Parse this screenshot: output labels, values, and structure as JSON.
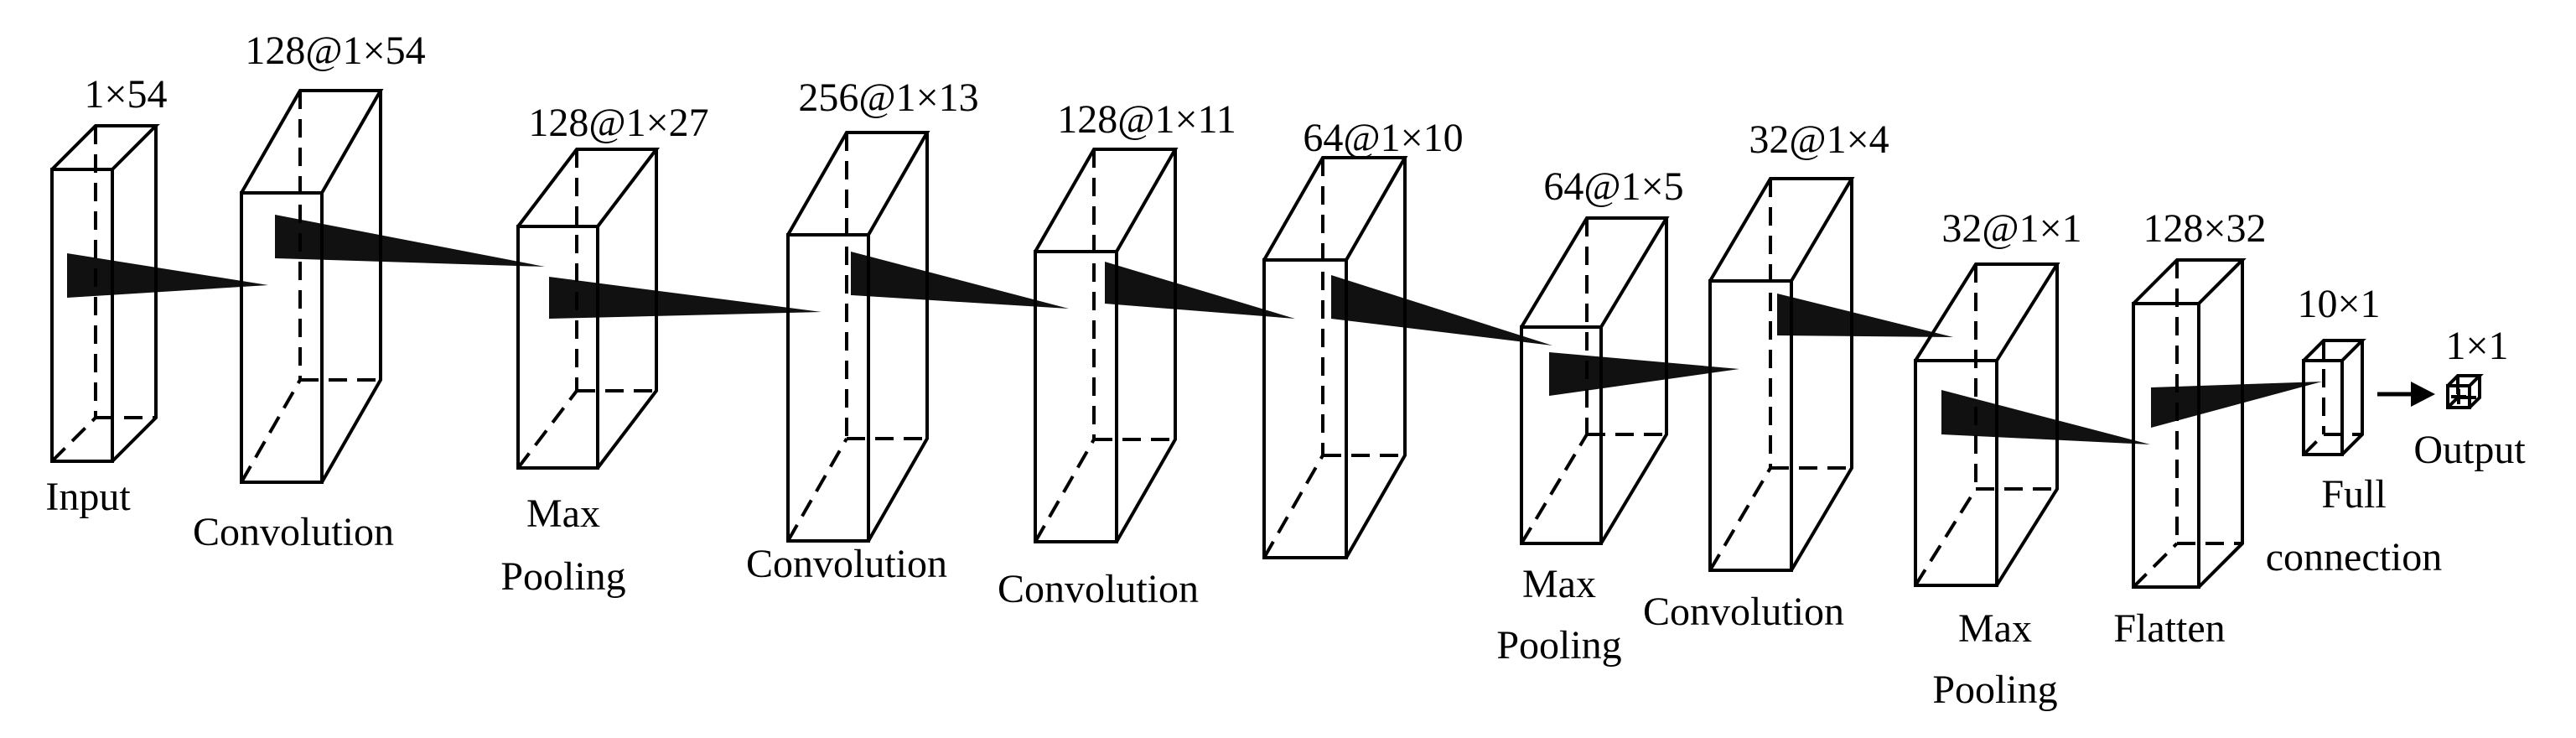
{
  "layers": [
    {
      "dims": "1×54",
      "label": [
        "Input"
      ]
    },
    {
      "dims": "128@1×54",
      "label": [
        "Convolution"
      ]
    },
    {
      "dims": "128@1×27",
      "label": [
        "Max",
        "Pooling"
      ]
    },
    {
      "dims": "256@1×13",
      "label": [
        "Convolution"
      ]
    },
    {
      "dims": "128@1×11",
      "label": [
        "Convolution"
      ]
    },
    {
      "dims": "64@1×10",
      "label": []
    },
    {
      "dims": "64@1×5",
      "label": [
        "Max",
        "Pooling"
      ]
    },
    {
      "dims": "32@1×4",
      "label": [
        "Convolution"
      ]
    },
    {
      "dims": "32@1×1",
      "label": [
        "Max",
        "Pooling"
      ]
    },
    {
      "dims": "128×32",
      "label": [
        "Flatten"
      ]
    },
    {
      "dims": "10×1",
      "label": [
        "Full",
        "connection"
      ]
    },
    {
      "dims": "1×1",
      "label": [
        "Output"
      ]
    }
  ]
}
